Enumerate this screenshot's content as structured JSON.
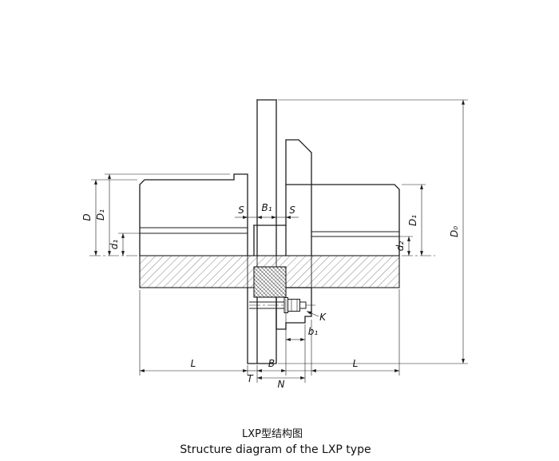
{
  "drawing": {
    "caption_cn": "LXP型结构图",
    "caption_en": "Structure diagram of the LXP type",
    "labels": {
      "D": "D",
      "D1": "D₁",
      "d1": "d₁",
      "d2": "d₂",
      "D0": "D₀",
      "S": "S",
      "B1": "B₁",
      "B": "B",
      "N": "N",
      "T": "T",
      "L": "L",
      "K": "K",
      "b1": "b₁"
    },
    "colors": {
      "line": "#1c1c1c",
      "background": "#ffffff"
    }
  }
}
